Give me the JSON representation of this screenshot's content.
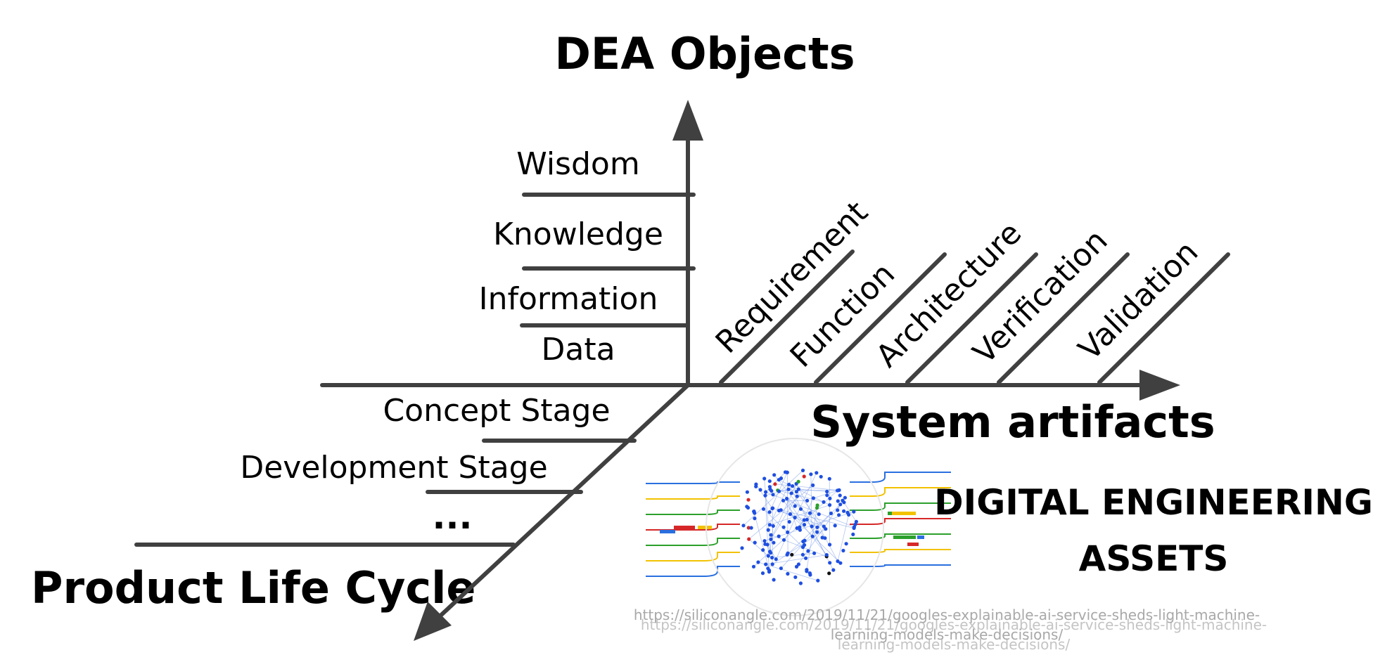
{
  "axes": {
    "vertical_title": "DEA Objects",
    "horizontal_title": "System artifacts",
    "diagonal_title": "Product Life Cycle"
  },
  "dea_levels": [
    "Wisdom",
    "Knowledge",
    "Information",
    "Data"
  ],
  "system_artifacts": [
    "Requirement",
    "Function",
    "Architecture",
    "Verification",
    "Validation"
  ],
  "life_cycle_stages": [
    "Concept Stage",
    "Development Stage",
    "..."
  ],
  "digital_engineering_assets": {
    "line1": "DIGITAL ENGINEERING",
    "line2": "ASSETS"
  },
  "image_source": {
    "line1": "https://siliconangle.com/2019/11/21/googles-explainable-ai-service-sheds-light-machine-",
    "line2": "learning-models-make-decisions/"
  },
  "colors": {
    "axis": "#404040",
    "text": "#000000",
    "node_blue": "#1f4fe0",
    "trace_green": "#2ca02c",
    "trace_red": "#d62728",
    "trace_yellow": "#f2c200",
    "trace_blue": "#2a6fe0"
  }
}
